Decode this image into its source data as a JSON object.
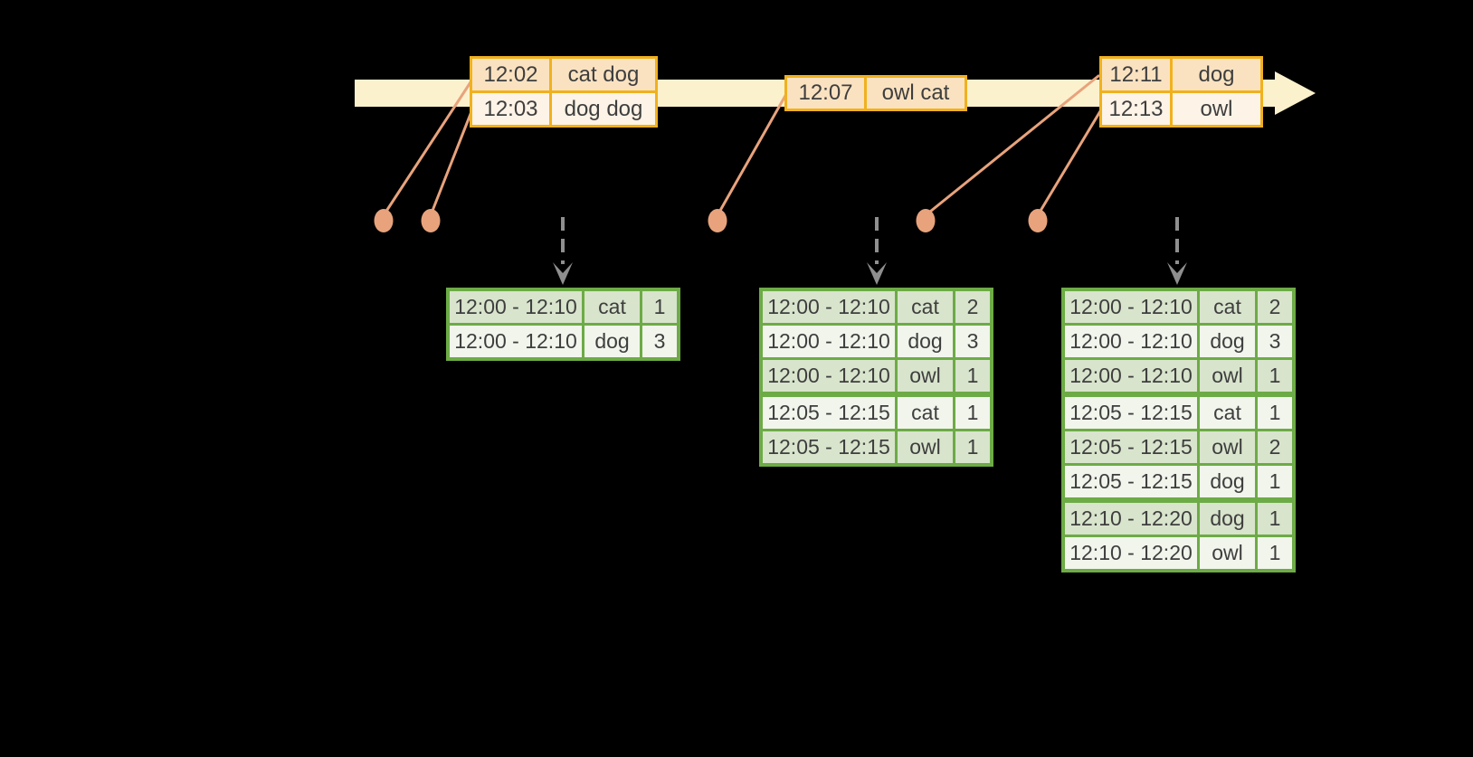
{
  "diagram": {
    "kind": "streaming-windowed-word-count-timeline",
    "colors": {
      "background": "#000000",
      "timeline_band": "#FCF1CD",
      "event_table_border": "#F0B11E",
      "event_row_dark": "#FAE2C1",
      "event_row_light": "#FDF3E6",
      "connector_salmon": "#E8A37C",
      "trigger_arrow_gray": "#8F8F8F",
      "result_table_border": "#6DAB46",
      "result_row_dark": "#D8E4CC",
      "result_row_light": "#F1F5EC",
      "text": "#3E3E3E"
    }
  },
  "event_tables": [
    {
      "rows": [
        {
          "time": "12:02",
          "words": "cat dog"
        },
        {
          "time": "12:03",
          "words": "dog dog"
        }
      ]
    },
    {
      "rows": [
        {
          "time": "12:07",
          "words": "owl cat"
        }
      ]
    },
    {
      "rows": [
        {
          "time": "12:11",
          "words": "dog"
        },
        {
          "time": "12:13",
          "words": "owl"
        }
      ]
    }
  ],
  "result_tables": [
    {
      "rows": [
        {
          "window": "12:00 - 12:10",
          "word": "cat",
          "count": "1"
        },
        {
          "window": "12:00 - 12:10",
          "word": "dog",
          "count": "3"
        }
      ]
    },
    {
      "rows": [
        {
          "window": "12:00 - 12:10",
          "word": "cat",
          "count": "2"
        },
        {
          "window": "12:00 - 12:10",
          "word": "dog",
          "count": "3"
        },
        {
          "window": "12:00 - 12:10",
          "word": "owl",
          "count": "1"
        },
        {
          "window": "12:05 - 12:15",
          "word": "cat",
          "count": "1"
        },
        {
          "window": "12:05 - 12:15",
          "word": "owl",
          "count": "1"
        }
      ]
    },
    {
      "rows": [
        {
          "window": "12:00 - 12:10",
          "word": "cat",
          "count": "2"
        },
        {
          "window": "12:00 - 12:10",
          "word": "dog",
          "count": "3"
        },
        {
          "window": "12:00 - 12:10",
          "word": "owl",
          "count": "1"
        },
        {
          "window": "12:05 - 12:15",
          "word": "cat",
          "count": "1"
        },
        {
          "window": "12:05 - 12:15",
          "word": "owl",
          "count": "2"
        },
        {
          "window": "12:05 - 12:15",
          "word": "dog",
          "count": "1"
        },
        {
          "window": "12:10 - 12:20",
          "word": "dog",
          "count": "1"
        },
        {
          "window": "12:10 - 12:20",
          "word": "owl",
          "count": "1"
        }
      ]
    }
  ]
}
